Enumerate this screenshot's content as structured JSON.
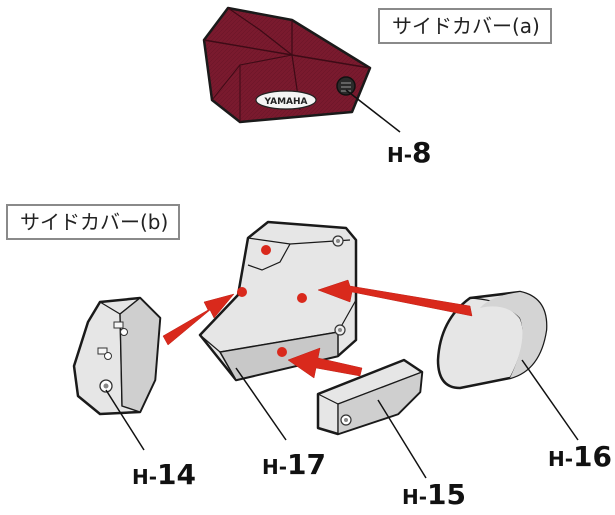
{
  "labels": {
    "side_cover_a": "サイドカバー(a)",
    "side_cover_b": "サイドカバー(b)"
  },
  "emblem": "YAMAHA",
  "parts": {
    "h8": {
      "prefix": "H-",
      "num": "8"
    },
    "h14": {
      "prefix": "H-",
      "num": "14"
    },
    "h15": {
      "prefix": "H-",
      "num": "15"
    },
    "h16": {
      "prefix": "H-",
      "num": "16"
    },
    "h17": {
      "prefix": "H-",
      "num": "17"
    }
  },
  "colors": {
    "cover_a": "#7a1a2e",
    "cover_a_dark": "#5c1022",
    "part_fill": "#e6e6e6",
    "part_shade": "#c8c8c8",
    "arrow": "#d9291c",
    "outline": "#1a1a1a"
  }
}
